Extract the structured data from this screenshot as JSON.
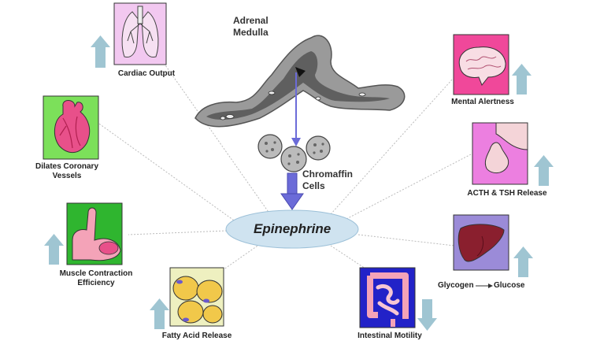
{
  "title_adrenal": "Adrenal\nMedulla",
  "title_chromaffin": "Chromaffin\nCells",
  "center": "Epinephrine",
  "effects": {
    "cardiac": {
      "label": "Cardiac Output",
      "direction": "up"
    },
    "coronary": {
      "label": "Dilates Coronary\nVessels",
      "direction": "none"
    },
    "muscle": {
      "label": "Muscle Contraction\nEfficiency",
      "direction": "up"
    },
    "fatty": {
      "label": "Fatty Acid Release",
      "direction": "up"
    },
    "intestinal": {
      "label": "Intestinal Motility",
      "direction": "down"
    },
    "glycogen": {
      "label_from": "Glycogen",
      "label_to": "Glucose",
      "direction": "up"
    },
    "acth": {
      "label": "ACTH & TSH Release",
      "direction": "up"
    },
    "mental": {
      "label": "Mental Alertness",
      "direction": "up"
    }
  },
  "colors": {
    "arrow": "#9fc5d2",
    "ellipse": "#cfe3f0",
    "flow": "#6b6bd8"
  }
}
